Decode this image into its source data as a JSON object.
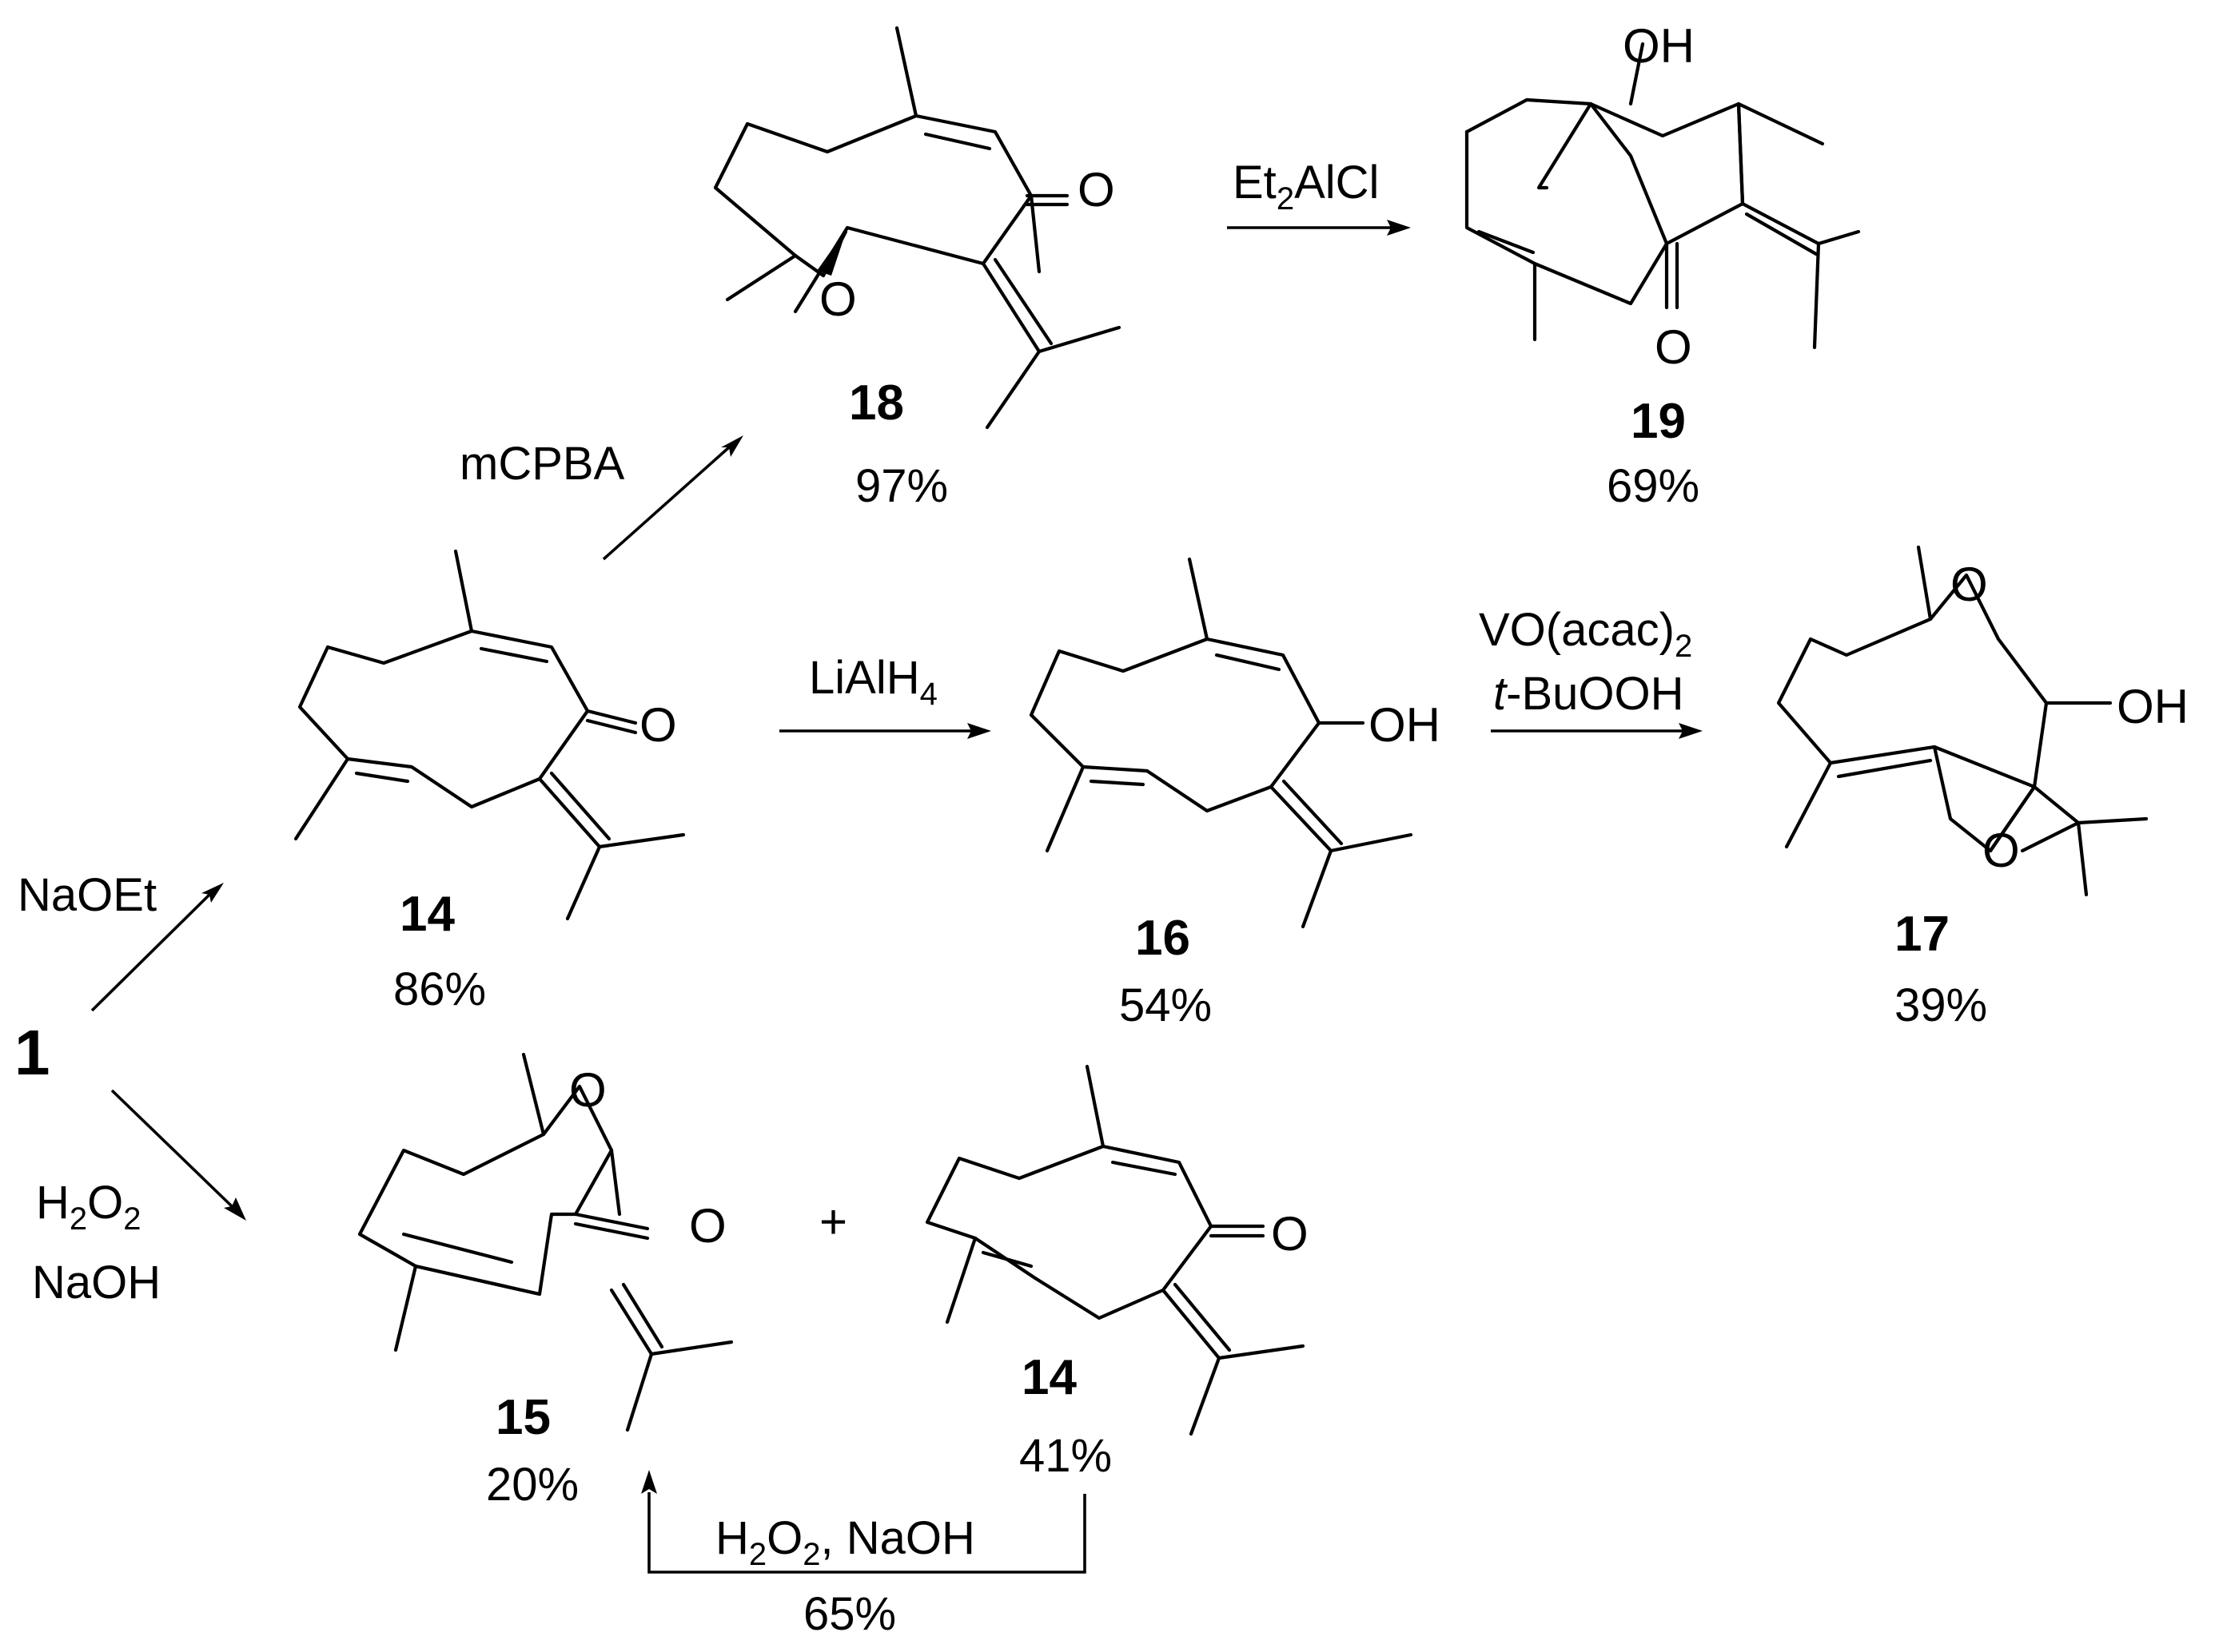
{
  "start": {
    "label": "1"
  },
  "compounds": {
    "c18": {
      "number": "18",
      "yield": "97%"
    },
    "c19": {
      "number": "19",
      "yield": "69%"
    },
    "c14": {
      "number": "14",
      "yield": "86%"
    },
    "c16": {
      "number": "16",
      "yield": "54%"
    },
    "c17": {
      "number": "17",
      "yield": "39%"
    },
    "c15": {
      "number": "15",
      "yield": "20%"
    },
    "c14b": {
      "number": "14",
      "yield": "41%"
    }
  },
  "atoms": {
    "O": "O",
    "OH": "OH",
    "plus": "+"
  },
  "reagents": {
    "naoet": "NaOEt",
    "mcpba": "mCPBA",
    "et2alcl": {
      "a": "Et",
      "sub": "2",
      "b": "AlCl"
    },
    "lialh4": {
      "a": "LiAlH",
      "sub": "4"
    },
    "voacac": {
      "a": "VO(acac)",
      "sub": "2"
    },
    "tbuooh": {
      "a": "t",
      "b": "-BuOOH"
    },
    "h2o2": {
      "a": "H",
      "sub1": "2",
      "b": "O",
      "sub2": "2"
    },
    "naoh": "NaOH",
    "h2o2naoh": {
      "a": "H",
      "sub1": "2",
      "b": "O",
      "sub2": "2",
      "c": ", NaOH"
    },
    "recycle_yield": "65%"
  }
}
